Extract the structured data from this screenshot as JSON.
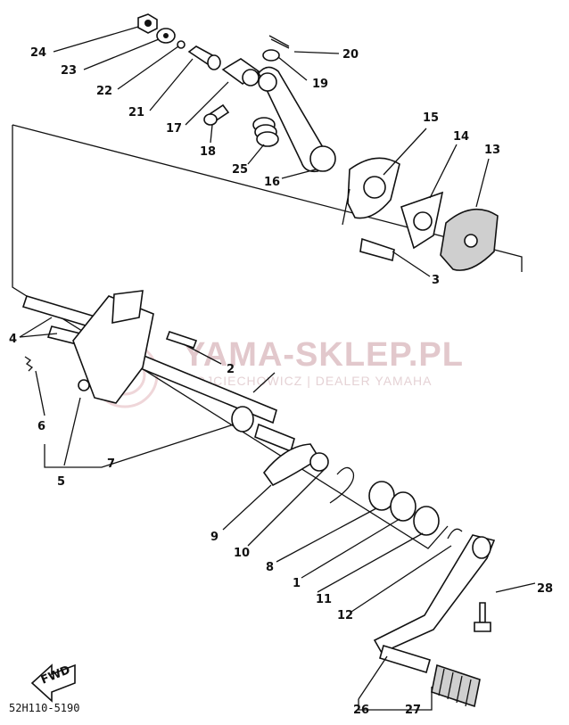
{
  "drawing_code": "52H110-5190",
  "watermark": {
    "brand": "YAMA-SKLEP.PL",
    "dealer": "WOJCIECHOWICZ | DEALER YAMAHA"
  },
  "fwd_label": "FWD",
  "parts": [
    "1",
    "2",
    "3",
    "4",
    "5",
    "6",
    "7",
    "8",
    "9",
    "10",
    "11",
    "12",
    "13",
    "14",
    "15",
    "16",
    "17",
    "18",
    "19",
    "20",
    "21",
    "22",
    "23",
    "24",
    "25",
    "26",
    "27",
    "28"
  ]
}
